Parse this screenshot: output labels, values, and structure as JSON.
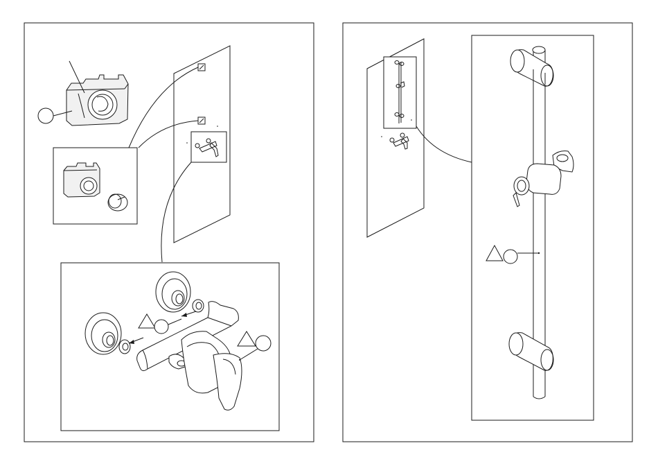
{
  "pages": [
    {
      "id": "left-page",
      "callouts": [
        {
          "kind": "circle",
          "text": ""
        },
        {
          "kind": "triangle-circle",
          "text": ""
        },
        {
          "kind": "triangle-circle",
          "text": ""
        }
      ]
    },
    {
      "id": "right-page",
      "callouts": [
        {
          "kind": "triangle-circle",
          "text": ""
        }
      ]
    }
  ],
  "colors": {
    "line": "#1a1a1a",
    "paper": "#ffffff",
    "shade": "#f1f1f1"
  }
}
